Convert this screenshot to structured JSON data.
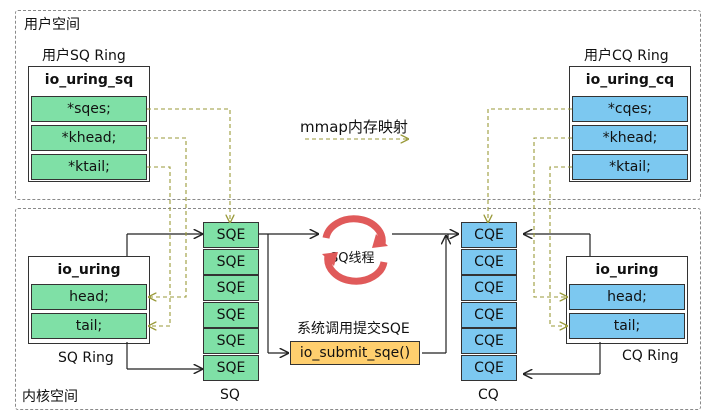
{
  "regions": {
    "user_space_label": "用户空间",
    "kernel_space_label": "内核空间"
  },
  "user_sq_ring": {
    "caption": "用户SQ Ring",
    "title": "io_uring_sq",
    "fields": [
      "*sqes;",
      "*khead;",
      "*ktail;"
    ]
  },
  "user_cq_ring": {
    "caption": "用户CQ Ring",
    "title": "io_uring_cq",
    "fields": [
      "*cqes;",
      "*khead;",
      "*ktail;"
    ]
  },
  "mmap_label": "mmap内存映射",
  "kernel_sq_ring": {
    "title": "io_uring",
    "fields": [
      "head;",
      "tail;"
    ],
    "caption": "SQ Ring"
  },
  "kernel_cq_ring": {
    "title": "io_uring",
    "fields": [
      "head;",
      "tail;"
    ],
    "caption": "CQ Ring"
  },
  "sq_queue": {
    "entries": [
      "SQE",
      "SQE",
      "SQE",
      "SQE",
      "SQE",
      "SQE"
    ],
    "label": "SQ"
  },
  "cq_queue": {
    "entries": [
      "CQE",
      "CQE",
      "CQE",
      "CQE",
      "CQE",
      "CQE"
    ],
    "label": "CQ"
  },
  "sq_thread_label": "SQ线程",
  "syscall_label": "系统调用提交SQE",
  "submit_func": "io_submit_sqe()",
  "colors": {
    "sq_fill": "#7fe0a6",
    "cq_fill": "#7cc8f0",
    "submit_fill": "#ffcf6e",
    "thread_ring": "#e05a5a",
    "dashed_arrow": "#9a9a3a"
  }
}
